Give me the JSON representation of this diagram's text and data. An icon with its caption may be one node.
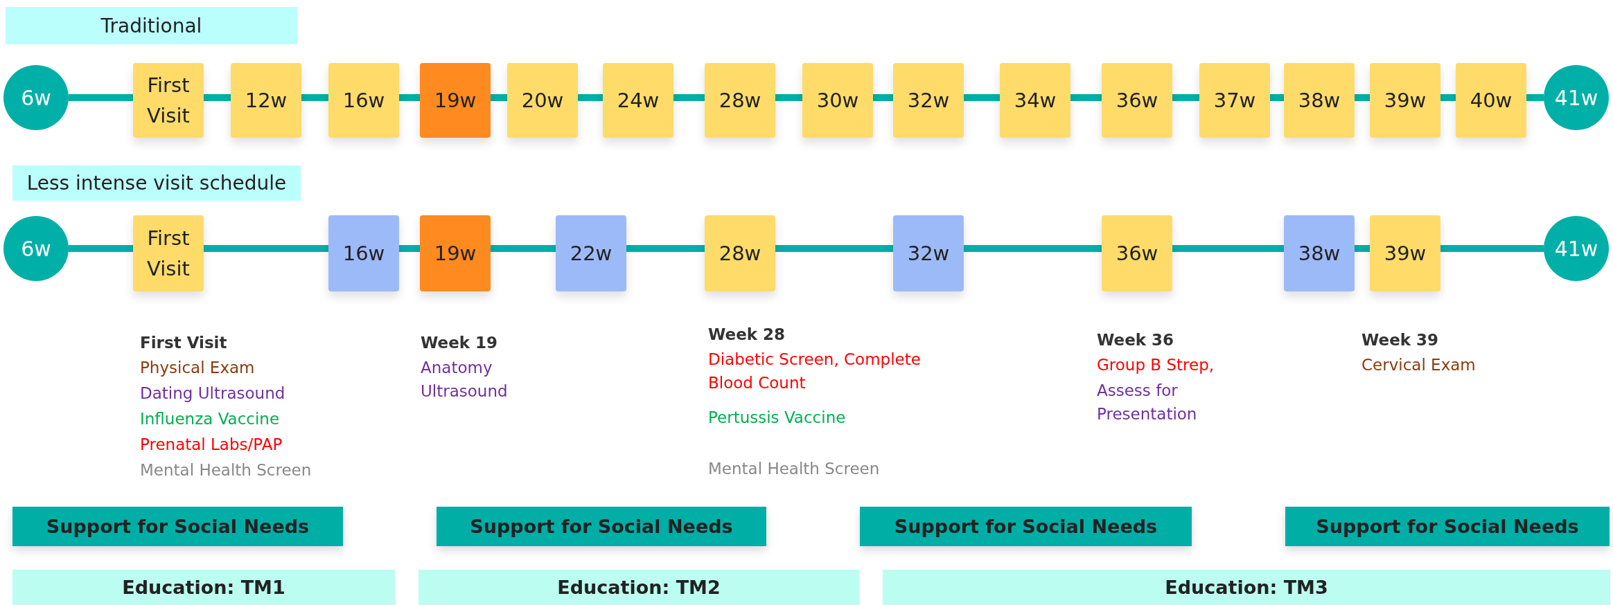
{
  "diagram": {
    "nodes": [
      {
        "text": [
          "Traditional"
        ]
      },
      {
        "text": [
          "6w"
        ]
      },
      {
        "text": [
          "First Visit"
        ]
      },
      {
        "text": [
          "12w"
        ]
      },
      {
        "text": [
          "16w"
        ]
      },
      {
        "text": [
          "19w"
        ]
      },
      {
        "text": [
          "20w"
        ]
      },
      {
        "text": [
          "24w"
        ]
      },
      {
        "text": [
          "28w"
        ]
      },
      {
        "text": [
          "30w"
        ]
      },
      {
        "text": [
          "32w"
        ]
      },
      {
        "text": [
          "34w"
        ]
      },
      {
        "text": [
          "36w"
        ]
      },
      {
        "text": [
          "37w"
        ]
      },
      {
        "text": [
          "38w"
        ]
      },
      {
        "text": [
          "39w"
        ]
      },
      {
        "text": [
          "40w"
        ]
      },
      {
        "text": [
          "41w"
        ]
      },
      {
        "text": [
          "Less intense visit schedule"
        ]
      },
      {
        "text": [
          "6w"
        ]
      },
      {
        "text": [
          "First Visit"
        ]
      },
      {
        "text": [
          "16w"
        ]
      },
      {
        "text": [
          "19w"
        ]
      },
      {
        "text": [
          "22w"
        ]
      },
      {
        "text": [
          "28w"
        ]
      },
      {
        "text": [
          "32w"
        ]
      },
      {
        "text": [
          "36w"
        ]
      },
      {
        "text": [
          "38w"
        ]
      },
      {
        "text": [
          "39w"
        ]
      },
      {
        "text": [
          "41w"
        ]
      },
      {
        "text": [
          "Support for Social Needs"
        ]
      },
      {
        "text": [
          "Support for Social Needs"
        ]
      },
      {
        "text": [
          "Support for Social Needs"
        ]
      },
      {
        "text": [
          "Support for Social Needs"
        ]
      },
      {
        "text": [
          "Education: TM1"
        ]
      },
      {
        "text": [
          "Education: TM2"
        ]
      },
      {
        "text": [
          "Education: TM3"
        ]
      }
    ],
    "edges": [
      {
        "from": 1,
        "to": 2,
        "arrow": "none"
      },
      {
        "from": 2,
        "to": 3,
        "arrow": "none"
      },
      {
        "from": 3,
        "to": 4,
        "arrow": "none"
      },
      {
        "from": 4,
        "to": 5,
        "arrow": "none"
      },
      {
        "from": 5,
        "to": 6,
        "arrow": "none"
      },
      {
        "from": 6,
        "to": 7,
        "arrow": "none"
      },
      {
        "from": 7,
        "to": 8,
        "arrow": "none"
      },
      {
        "from": 8,
        "to": 9,
        "arrow": "none"
      },
      {
        "from": 9,
        "to": 10,
        "arrow": "none"
      },
      {
        "from": 10,
        "to": 11,
        "arrow": "none"
      },
      {
        "from": 11,
        "to": 12,
        "arrow": "none"
      },
      {
        "from": 12,
        "to": 13,
        "arrow": "none"
      },
      {
        "from": 13,
        "to": 14,
        "arrow": "none"
      },
      {
        "from": 14,
        "to": 15,
        "arrow": "none"
      },
      {
        "from": 15,
        "to": 16,
        "arrow": "none"
      },
      {
        "from": 16,
        "to": 17,
        "arrow": "none"
      },
      {
        "from": 19,
        "to": 20,
        "arrow": "none"
      },
      {
        "from": 20,
        "to": 21,
        "arrow": "none"
      },
      {
        "from": 21,
        "to": 22,
        "arrow": "none"
      },
      {
        "from": 22,
        "to": 23,
        "arrow": "none"
      },
      {
        "from": 23,
        "to": 24,
        "arrow": "none"
      },
      {
        "from": 24,
        "to": 25,
        "arrow": "none"
      },
      {
        "from": 25,
        "to": 26,
        "arrow": "none"
      },
      {
        "from": 26,
        "to": 27,
        "arrow": "none"
      },
      {
        "from": 27,
        "to": 28,
        "arrow": "none"
      },
      {
        "from": 28,
        "to": 29,
        "arrow": "none"
      }
    ],
    "labels": [
      "First Visit",
      "Physical Exam",
      "Dating Ultrasound",
      "Influenza Vaccine",
      "Prenatal Labs/PAP",
      "Mental Health Screen",
      "Week 19",
      "Anatomy Ultrasound",
      "Week 28",
      "Diabetic Screen, Complete Blood Count",
      "Pertussis Vaccine",
      "Mental Health Screen",
      "Week 36",
      "Group B Strep,",
      "Assess for Presentation",
      "Week 39",
      "Cervical Exam"
    ]
  }
}
